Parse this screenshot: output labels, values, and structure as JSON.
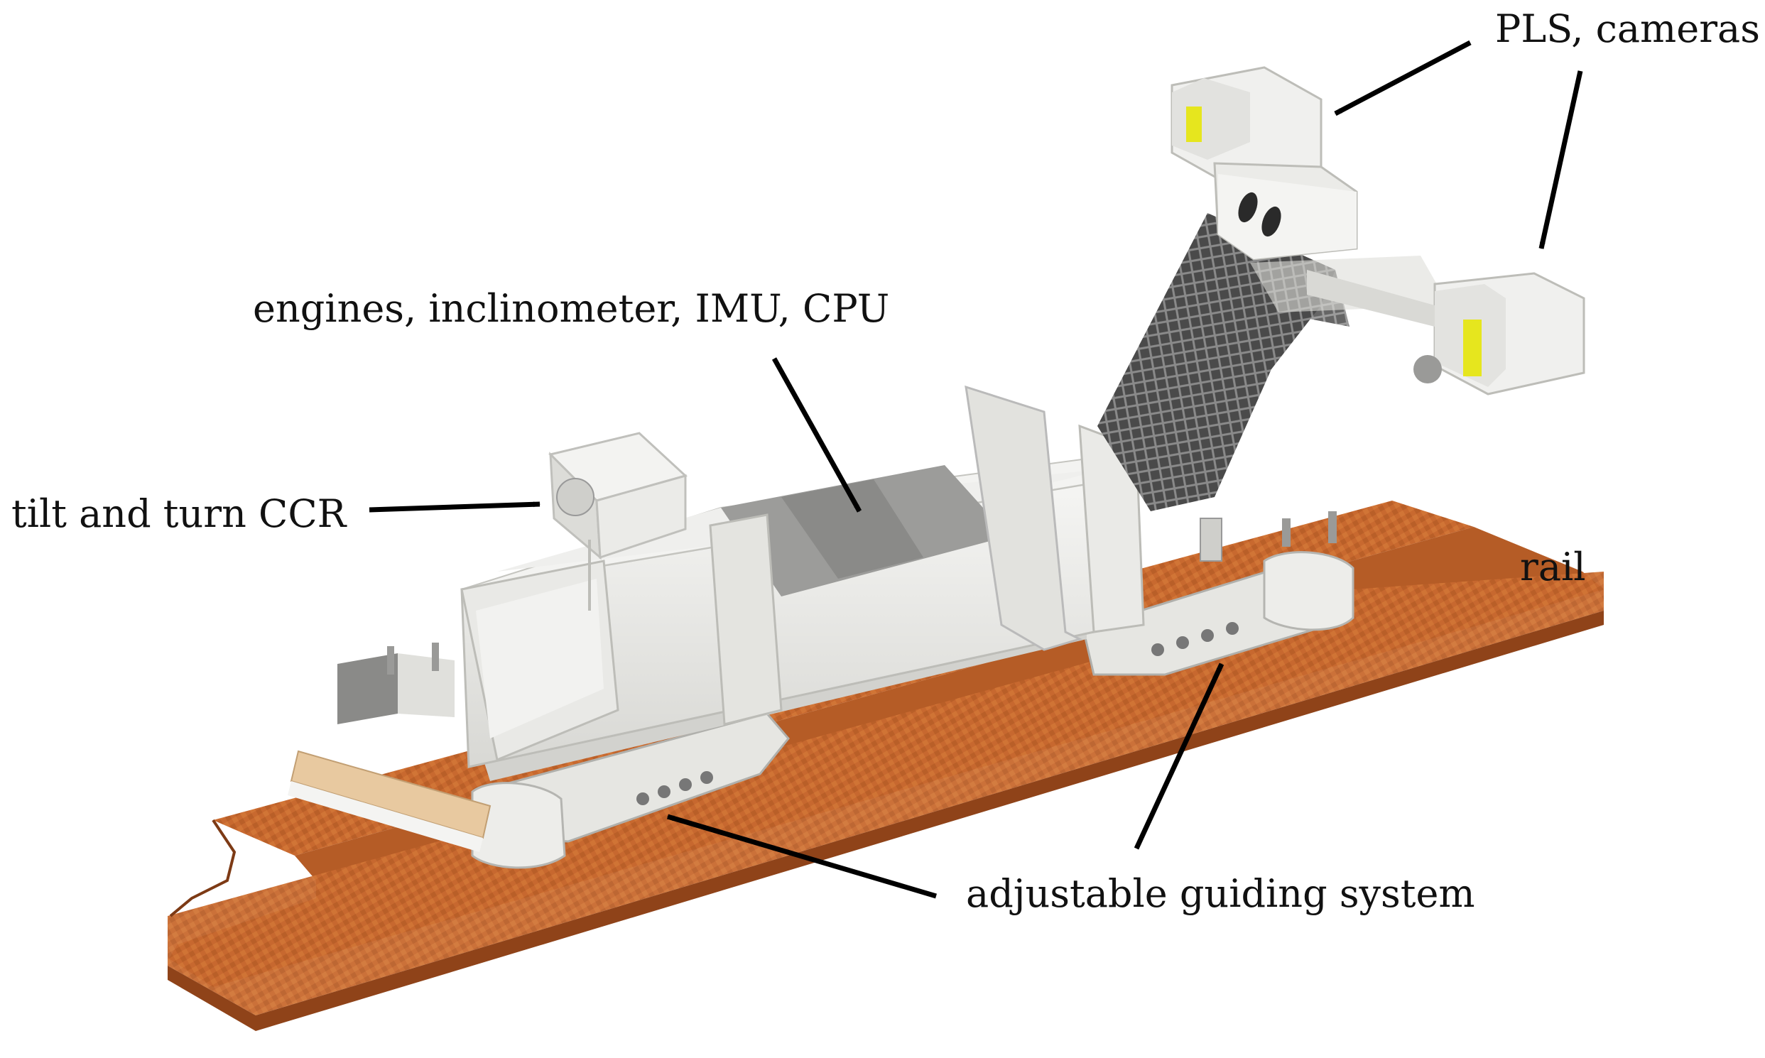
{
  "labels": {
    "pls_cameras": "PLS, cameras",
    "engines": "engines, inclinometer, IMU, CPU",
    "ccr": "tilt and turn CCR",
    "rail": "rail",
    "guiding": "adjustable guiding system"
  },
  "colors": {
    "rail": "#c8692f",
    "rail_dark": "#8f4319",
    "body": "#ececea",
    "body_shade": "#d4d4d0",
    "lid": "#9c9c9a",
    "lattice": "#3a3a3a",
    "accent": "#e6e61e",
    "arrow": "#000000"
  },
  "icons": [
    "rail-icon",
    "robot-body-icon",
    "sensor-head-icon",
    "arrow-icon"
  ]
}
